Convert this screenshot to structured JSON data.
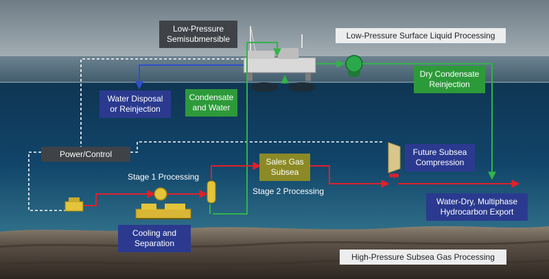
{
  "labels": {
    "semisub": "Low-Pressure\nSemisubmersible",
    "surface_processing": "Low-Pressure Surface Liquid Processing",
    "water_disposal": "Water Disposal\nor Reinjection",
    "condensate_water": "Condensate\nand Water",
    "dry_condensate": "Dry Condensate\nReinjection",
    "power_control": "Power/Control",
    "sales_gas": "Sales Gas\nSubsea",
    "future_compression": "Future Subsea\nCompression",
    "stage1": "Stage 1 Processing",
    "stage2": "Stage 2 Processing",
    "water_dry_export": "Water-Dry, Multiphase\nHydrocarbon Export",
    "cooling_separation": "Cooling and\nSeparation",
    "subsea_processing": "High-Pressure Subsea Gas Processing"
  },
  "colors": {
    "sky": "#7d8a93",
    "sea_surface": "#5b7280",
    "deep_water": "#0e3552",
    "seabed": "#5a5046",
    "flow_gas": "#e0202a",
    "flow_liquid": "#33b34a",
    "water_return": "#2f4fd0",
    "power_line": "#ffffff",
    "equipment": "#e3c43a"
  }
}
